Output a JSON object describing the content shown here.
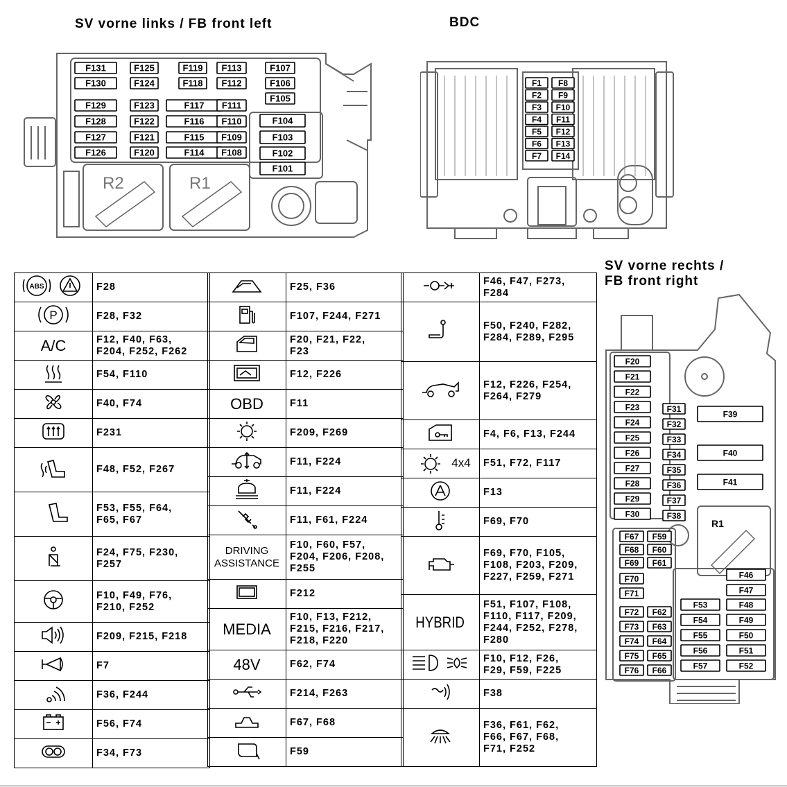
{
  "titles": {
    "front_left": "SV vorne links / FB front left",
    "bdc": "BDC",
    "front_right": "SV vorne rechts /\nFB front right"
  },
  "front_left_box": {
    "fuses": [
      "F131",
      "F125",
      "F119",
      "F113",
      "F107",
      "F130",
      "F124",
      "F118",
      "F112",
      "F106",
      "F105",
      "F129",
      "F123",
      "F117",
      "F111",
      "F128",
      "F122",
      "F116",
      "F110",
      "F104",
      "F127",
      "F121",
      "F115",
      "F109",
      "F103",
      "F126",
      "F120",
      "F114",
      "F108",
      "F102",
      "F101"
    ],
    "relays": [
      "R2",
      "R1"
    ]
  },
  "bdc_box": {
    "fuses": [
      "F1",
      "F8",
      "F2",
      "F9",
      "F3",
      "F10",
      "F4",
      "F11",
      "F5",
      "F12",
      "F6",
      "F13",
      "F7",
      "F14"
    ]
  },
  "front_right_box": {
    "fuses": [
      "F20",
      "F21",
      "F22",
      "F23",
      "F24",
      "F25",
      "F26",
      "F27",
      "F28",
      "F29",
      "F30",
      "F31",
      "F32",
      "F33",
      "F34",
      "F35",
      "F36",
      "F37",
      "F38",
      "F39",
      "F40",
      "F41",
      "F67",
      "F59",
      "F68",
      "F60",
      "F69",
      "F61",
      "F70",
      "F71",
      "F72",
      "F62",
      "F73",
      "F63",
      "F74",
      "F64",
      "F75",
      "F65",
      "F76",
      "F66",
      "F46",
      "F47",
      "F53",
      "F48",
      "F54",
      "F49",
      "F55",
      "F50",
      "F56",
      "F51",
      "F57",
      "F52"
    ],
    "relays": [
      "R1"
    ]
  },
  "legend": {
    "col1": [
      {
        "icon": "abs-warning-icon",
        "fuses": "F28"
      },
      {
        "icon": "parking-brake-icon",
        "fuses": "F28, F32"
      },
      {
        "icon": "ac-icon",
        "icon_text": "A/C",
        "fuses": "F12, F40, F63,\nF204, F252, F262"
      },
      {
        "icon": "windshield-heat-icon",
        "fuses": "F54, F110"
      },
      {
        "icon": "fan-icon",
        "fuses": "F40, F74"
      },
      {
        "icon": "rear-defrost-icon",
        "fuses": "F231"
      },
      {
        "icon": "seat-heating-icon",
        "fuses": "F48, F52, F267"
      },
      {
        "icon": "seat-icon",
        "fuses": "F53, F55, F64,\nF65, F67"
      },
      {
        "icon": "seatbelt-icon",
        "fuses": "F24, F75, F230,\nF257"
      },
      {
        "icon": "steering-wheel-icon",
        "fuses": "F10, F49, F76,\nF210, F252"
      },
      {
        "icon": "speaker-icon",
        "fuses": "F209, F215, F218"
      },
      {
        "icon": "horn-icon",
        "fuses": "F7"
      },
      {
        "icon": "antenna-icon",
        "fuses": "F36, F244"
      },
      {
        "icon": "battery-icon",
        "fuses": "F56,  F74"
      },
      {
        "icon": "instrument-cluster-icon",
        "fuses": "F34, F73"
      }
    ],
    "col2": [
      {
        "icon": "sunroof-icon",
        "fuses": "F25, F36"
      },
      {
        "icon": "fuel-pump-icon",
        "fuses": "F107, F244, F271"
      },
      {
        "icon": "door-icon",
        "fuses": "F20, F21, F22,\nF23"
      },
      {
        "icon": "display-icon",
        "fuses": "F12, F226"
      },
      {
        "icon": "obd-icon",
        "icon_text": "OBD",
        "fuses": "F11"
      },
      {
        "icon": "sun-sensor-icon",
        "fuses": "F209, F269"
      },
      {
        "icon": "suspension-icon",
        "fuses": "F11, F224"
      },
      {
        "icon": "level-control-icon",
        "fuses": "F11, F224"
      },
      {
        "icon": "shock-absorber-icon",
        "fuses": "F11, F61, F224"
      },
      {
        "icon": "driving-assistance-icon",
        "icon_text": "DRIVING\nASSISTANCE",
        "fuses": "F10, F60, F57,\nF204, F206, F208,\nF255"
      },
      {
        "icon": "screen-icon",
        "fuses": "F212"
      },
      {
        "icon": "media-icon",
        "icon_text": "MEDIA",
        "fuses": "F10, F13, F212,\nF215, F216, F217,\nF218, F220"
      },
      {
        "icon": "48v-icon",
        "icon_text": "48V",
        "fuses": "F62, F74"
      },
      {
        "icon": "usb-icon",
        "fuses": "F214, F263"
      },
      {
        "icon": "interior-light-icon",
        "fuses": "F67, F68"
      },
      {
        "icon": "mirror-icon",
        "fuses": "F59"
      }
    ],
    "col3": [
      {
        "icon": "trailer-hitch-icon",
        "fuses": "F46, F47, F273,\nF284"
      },
      {
        "icon": "tow-bar-icon",
        "fuses": "F50, F240, F282,\nF284, F289, F295"
      },
      {
        "icon": "trunk-icon",
        "fuses": "F12, F226, F254,\nF264, F279"
      },
      {
        "icon": "door-lock-icon",
        "fuses": "F4, F6, F13, F244"
      },
      {
        "icon": "4x4-icon",
        "icon_text": "4x4",
        "fuses": "F51, F72, F117"
      },
      {
        "icon": "auto-stop-icon",
        "fuses": "F13"
      },
      {
        "icon": "temperature-icon",
        "fuses": "F69, F70"
      },
      {
        "icon": "engine-icon",
        "fuses": "F69, F70, F105,\nF108, F203, F209,\nF227, F259, F271"
      },
      {
        "icon": "hybrid-icon",
        "icon_text": "HYBRID",
        "fuses": "F51, F107, F108,\nF110, F117, F209,\nF244, F252, F278,\nF280"
      },
      {
        "icon": "headlight-icon",
        "fuses": "F10, F12, F26,\nF29, F59, F225"
      },
      {
        "icon": "nfc-icon",
        "fuses": "F38"
      },
      {
        "icon": "ambient-light-icon",
        "fuses": "F36, F61, F62,\nF66, F67, F68,\nF71, F252"
      }
    ]
  }
}
